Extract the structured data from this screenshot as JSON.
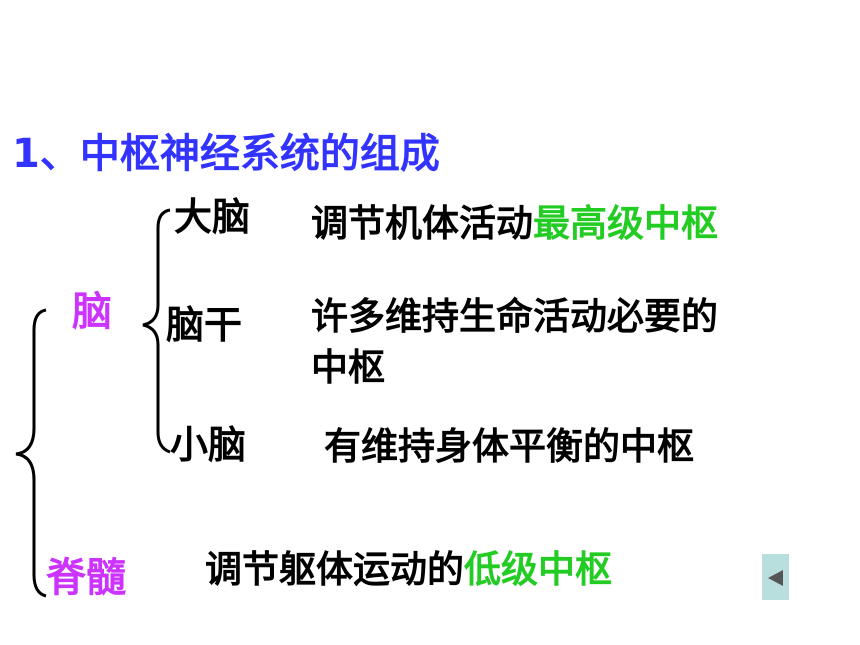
{
  "title": "1、中枢神经系统的组成",
  "brain": {
    "label": "脑",
    "cerebrum": {
      "label": "大脑",
      "desc_prefix": "调节机体活动",
      "desc_highlight": "最高级中枢"
    },
    "brainstem": {
      "label": "脑干",
      "desc_line1": "许多维持生命活动必要的",
      "desc_line2": "中枢"
    },
    "cerebellum": {
      "label": "小脑",
      "desc": "有维持身体平衡的中枢"
    }
  },
  "spinal_cord": {
    "label": "脊髓",
    "desc_prefix": "调节躯体运动的",
    "desc_highlight": "低级中枢"
  },
  "nav": {
    "prev_icon": "back-triangle-icon"
  },
  "colors": {
    "title": "#3333ff",
    "part_label": "#cc33ff",
    "highlight": "#22cc22",
    "nav_button": "#b8dede"
  }
}
